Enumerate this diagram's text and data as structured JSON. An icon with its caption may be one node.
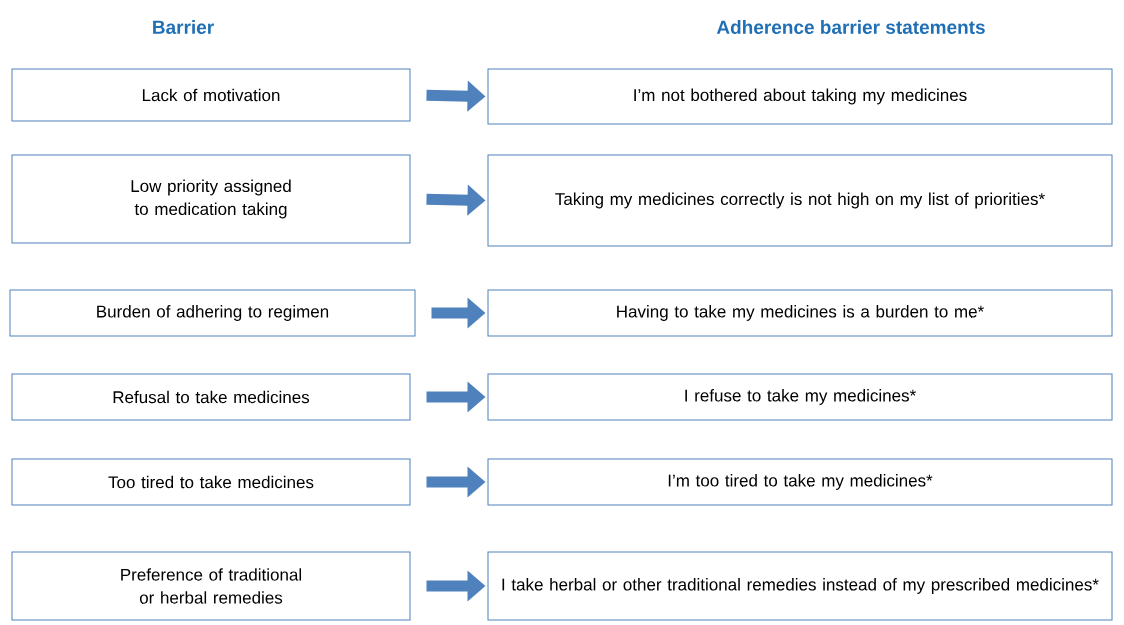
{
  "diagram": {
    "nodes": [
      {
        "text": [
          "Lack of motivation"
        ]
      },
      {
        "text": [
          "I’m not bothered about taking my medicines"
        ]
      },
      {
        "text": [
          "Low priority assigned to medication taking"
        ]
      },
      {
        "text": [
          "Taking my medicines correctly is not high on my list of priorities*"
        ]
      },
      {
        "text": [
          "Burden of adhering to regimen"
        ]
      },
      {
        "text": [
          "Having to take my medicines is a burden to me*"
        ]
      },
      {
        "text": [
          "Refusal to take medicines"
        ]
      },
      {
        "text": [
          "I refuse to take my medicines*"
        ]
      },
      {
        "text": [
          "Too tired to take medicines"
        ]
      },
      {
        "text": [
          "I’m too tired to take my medicines*"
        ]
      },
      {
        "text": [
          "Preference of traditional or herbal remedies"
        ]
      },
      {
        "text": [
          "I take herbal or other traditional remedies instead of my prescribed medicines*"
        ]
      }
    ],
    "edges": [
      {
        "from": 0,
        "to": 1,
        "arrow": "to"
      },
      {
        "from": 2,
        "to": 3,
        "arrow": "to"
      },
      {
        "from": 4,
        "to": 5,
        "arrow": "to"
      },
      {
        "from": 6,
        "to": 7,
        "arrow": "to"
      },
      {
        "from": 8,
        "to": 9,
        "arrow": "to"
      },
      {
        "from": 10,
        "to": 11,
        "arrow": "to"
      }
    ],
    "labels": [
      "Barrier",
      "Adherence barrier statements"
    ]
  }
}
